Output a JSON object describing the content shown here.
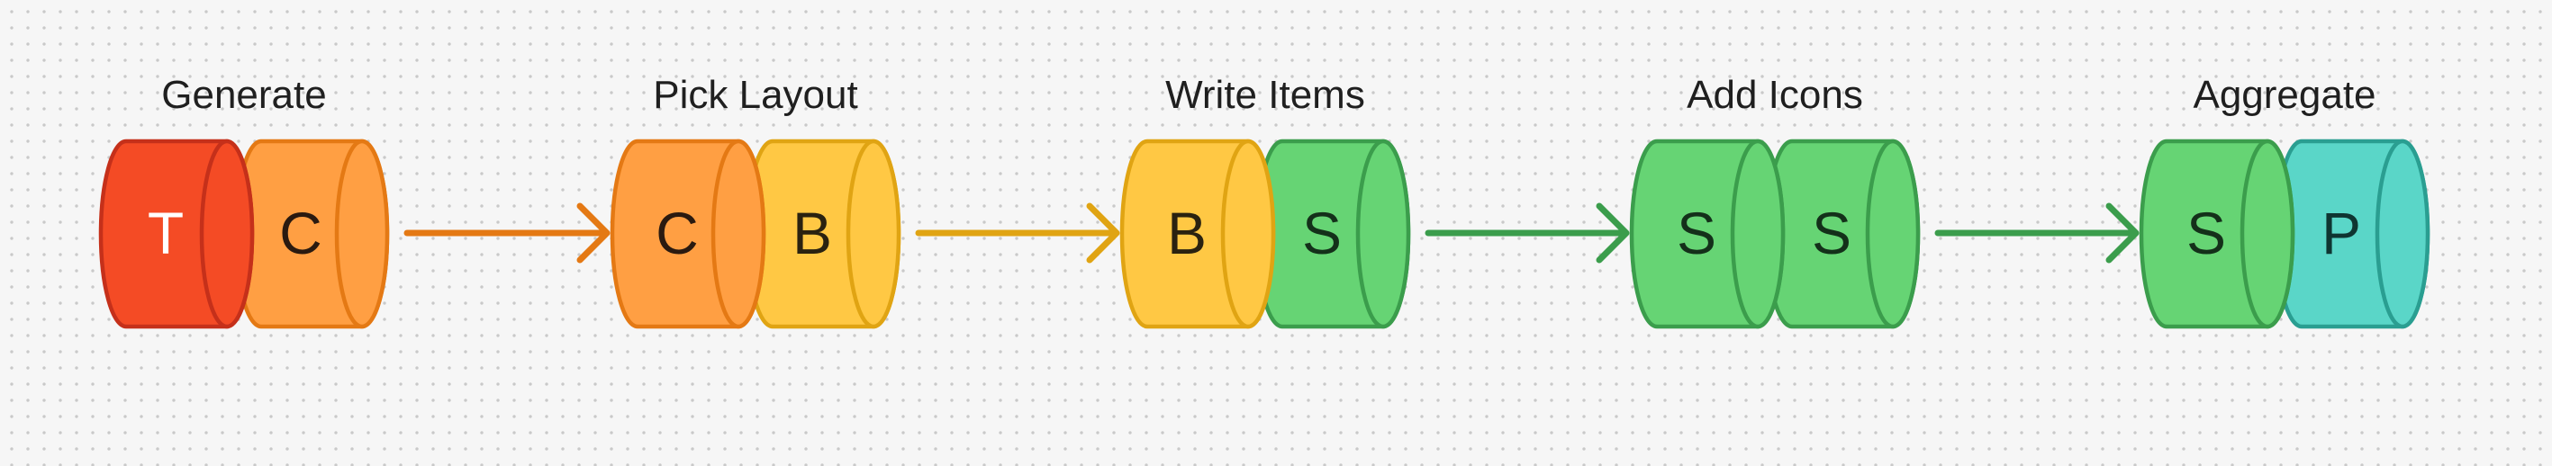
{
  "stages": [
    {
      "title": "Generate",
      "cylinders": [
        {
          "letter": "T",
          "fill": "#f44b25",
          "stroke": "#c5301a",
          "text": "#ffffff"
        },
        {
          "letter": "C",
          "fill": "#ff9f43",
          "stroke": "#e47914",
          "text": "#2a1a10"
        }
      ]
    },
    {
      "title": "Pick Layout",
      "cylinders": [
        {
          "letter": "C",
          "fill": "#ff9f43",
          "stroke": "#e47914",
          "text": "#2a1a10"
        },
        {
          "letter": "B",
          "fill": "#ffc844",
          "stroke": "#e0a413",
          "text": "#2a2210"
        }
      ]
    },
    {
      "title": "Write Items",
      "cylinders": [
        {
          "letter": "B",
          "fill": "#ffc844",
          "stroke": "#e0a413",
          "text": "#2a2210"
        },
        {
          "letter": "S",
          "fill": "#66d474",
          "stroke": "#3b9d4c",
          "text": "#14301a"
        }
      ]
    },
    {
      "title": "Add Icons",
      "cylinders": [
        {
          "letter": "S",
          "fill": "#66d474",
          "stroke": "#3b9d4c",
          "text": "#14301a"
        },
        {
          "letter": "S",
          "fill": "#66d474",
          "stroke": "#3b9d4c",
          "text": "#14301a"
        }
      ]
    },
    {
      "title": "Aggregate",
      "cylinders": [
        {
          "letter": "S",
          "fill": "#66d474",
          "stroke": "#3b9d4c",
          "text": "#14301a"
        },
        {
          "letter": "P",
          "fill": "#5ad6c8",
          "stroke": "#2a9e91",
          "text": "#0f3532"
        }
      ]
    }
  ],
  "arrows": [
    {
      "color": "#e47914"
    },
    {
      "color": "#e0a413"
    },
    {
      "color": "#3b9d4c"
    },
    {
      "color": "#3b9d4c"
    }
  ]
}
